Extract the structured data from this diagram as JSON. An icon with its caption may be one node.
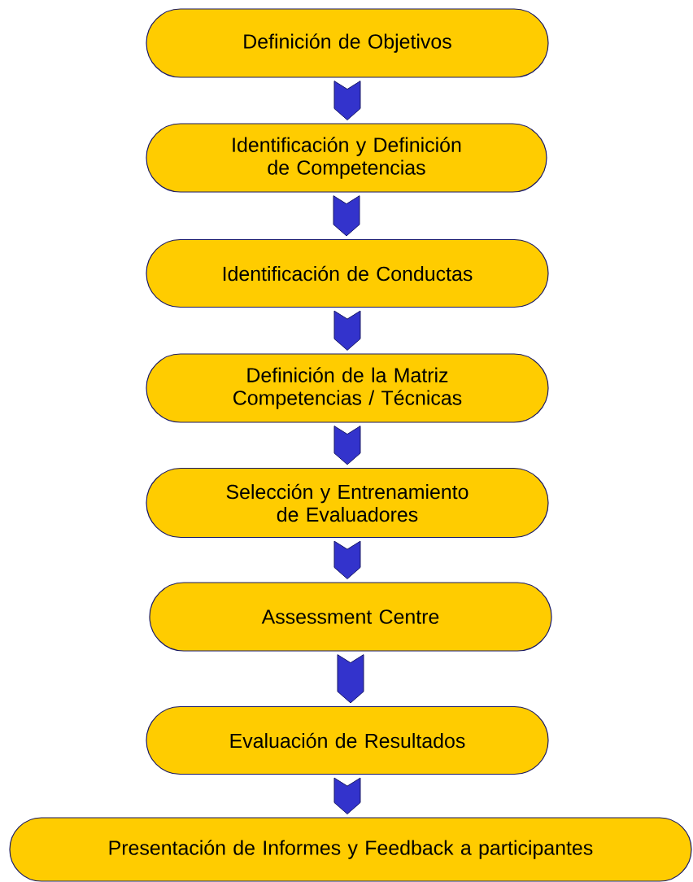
{
  "diagram": {
    "nodes": [
      {
        "text": [
          "Definición de Objetivos"
        ]
      },
      {
        "text": [
          "Identificación y Definición de Competencias"
        ]
      },
      {
        "text": [
          "Identificación de Conductas"
        ]
      },
      {
        "text": [
          "Definición de la Matriz Competencias / Técnicas"
        ]
      },
      {
        "text": [
          "Selección y Entrenamiento de Evaluadores"
        ]
      },
      {
        "text": [
          "Assessment Centre"
        ]
      },
      {
        "text": [
          "Evaluación de Resultados"
        ]
      },
      {
        "text": [
          "Presentación de Informes y Feedback a participantes"
        ]
      }
    ],
    "edges": [
      {
        "from": 0,
        "to": 1,
        "arrow": "to"
      },
      {
        "from": 1,
        "to": 2,
        "arrow": "to"
      },
      {
        "from": 2,
        "to": 3,
        "arrow": "to"
      },
      {
        "from": 3,
        "to": 4,
        "arrow": "to"
      },
      {
        "from": 4,
        "to": 5,
        "arrow": "to"
      },
      {
        "from": 5,
        "to": 6,
        "arrow": "to"
      },
      {
        "from": 6,
        "to": 7,
        "arrow": "to"
      }
    ]
  }
}
